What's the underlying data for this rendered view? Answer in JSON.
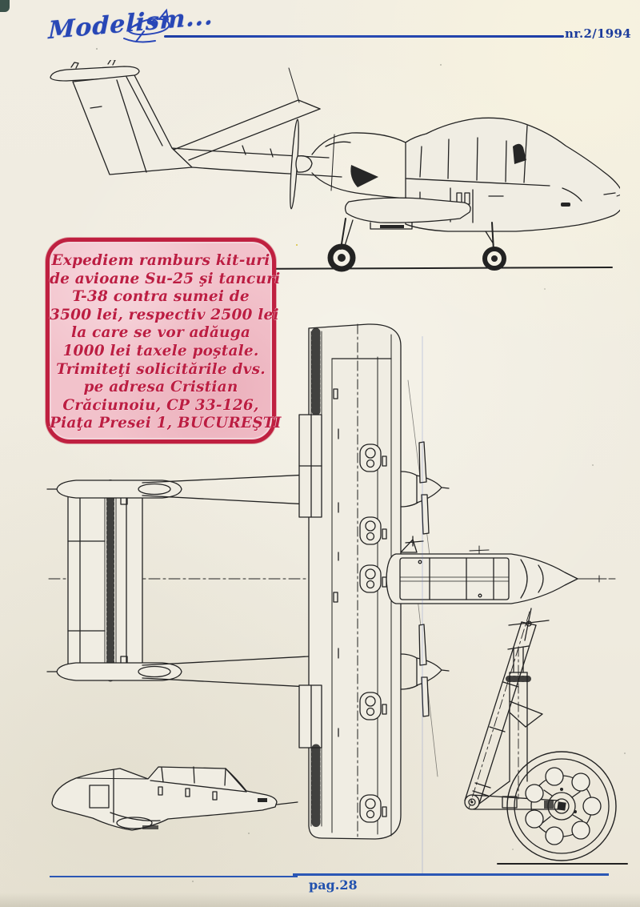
{
  "header": {
    "logo_text": "Modelism...",
    "issue_label": "nr.2/1994"
  },
  "ad_box": {
    "lines": [
      "Expediem ramburs kit-uri",
      "de avioane Su-25 şi tancuri",
      "T-38 contra sumei de",
      "3500 lei, respectiv 2500 lei",
      "la care se vor adăuga",
      "1000 lei taxele poştale.",
      "Trimiteţi solicitările dvs.",
      "pe adresa Cristian",
      "Crăciunoiu, CP 33-126,",
      "Piaţa Presei 1, BUCUREŞTI"
    ]
  },
  "footer": {
    "page_label": "pag.28"
  },
  "figures": {
    "side_view": "aircraft-side-view-drawing",
    "top_view": "aircraft-plan-view-drawing",
    "pod_view": "forward-fuselage-side-view-drawing",
    "landing_gear": "main-landing-gear-detail-drawing"
  },
  "colors": {
    "paper": "#f0ece1",
    "ink_blue": "#1d3da5",
    "line_art": "#222222",
    "ad_border": "#bf2040",
    "ad_background": "#f2c2cb",
    "ad_text": "#bc1e42"
  }
}
